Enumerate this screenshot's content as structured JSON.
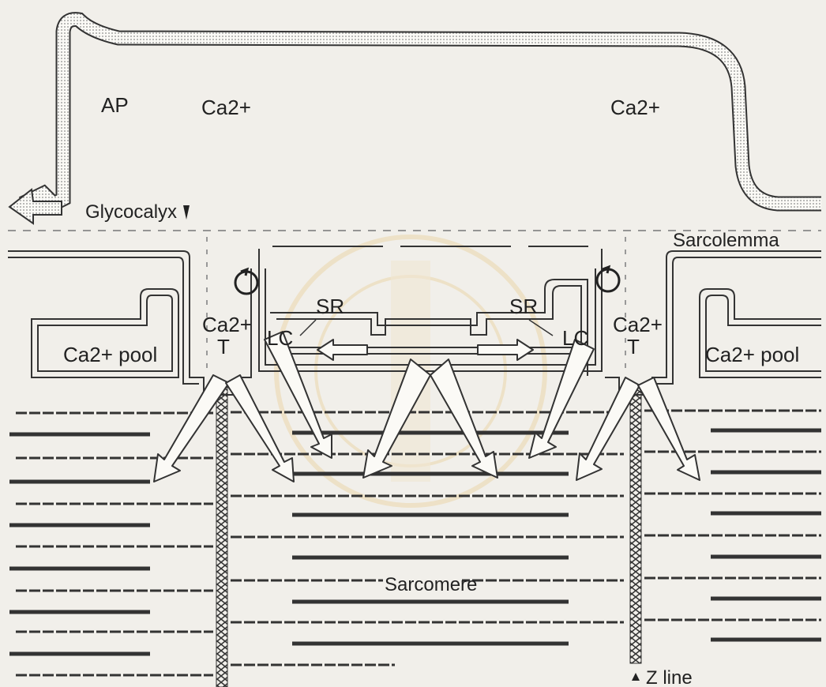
{
  "labels": {
    "ap": "AP",
    "ca_left": "Ca2+",
    "ca_right": "Ca2+",
    "glycocalyx": "Glycocalyx",
    "sarcolemma": "Sarcolemma",
    "sr_left": "SR",
    "sr_right": "SR",
    "lc_left": "LC",
    "lc_right": "LC",
    "ca_t_left": "Ca2+",
    "t_left": "T",
    "ca_t_right": "Ca2+",
    "t_right": "T",
    "pool_left": "Ca2+ pool",
    "pool_right": "Ca2+ pool",
    "sarcomere": "Sarcomere",
    "z_line": "Z line"
  },
  "colors": {
    "background": "#f1efea",
    "ink": "#222222",
    "stipple": "#9a9a9a",
    "arrow_fill": "#fbfaf6",
    "watermark": "#f0d9a0"
  }
}
